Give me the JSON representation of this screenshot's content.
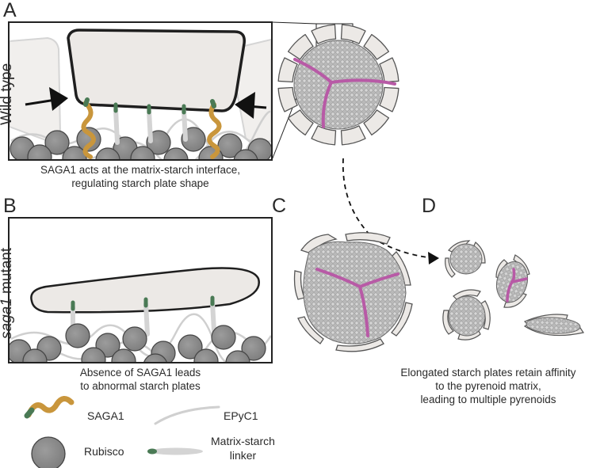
{
  "panels": {
    "a": "A",
    "b": "B",
    "c": "C",
    "d": "D"
  },
  "side_labels": {
    "wild_type": "Wild type",
    "mutant_italic": "saga1",
    "mutant_rest": " mutant"
  },
  "captions": {
    "a_line1": "SAGA1 acts at the matrix-starch interface,",
    "a_line2": "regulating starch plate shape",
    "b_line1": "Absence of SAGA1 leads",
    "b_line2": "to abnormal starch plates",
    "d_line1": "Elongated starch plates retain affinity",
    "d_line2": "to the pyrenoid matrix,",
    "d_line3": "leading to multiple pyrenoids"
  },
  "legend": {
    "saga1": "SAGA1",
    "rubisco": "Rubisco",
    "epyc1": "EPyC1",
    "linker_line1": "Matrix-starch",
    "linker_line2": "linker"
  },
  "colors": {
    "saga1": "#c9963c",
    "rubisco": "#8f8f8f",
    "matrix": "#cdcdcd",
    "starch": "#ece9e6",
    "linker_tip": "#4a7a55",
    "epyc1": "#d0d0d0",
    "pink": "#b85aa6"
  }
}
